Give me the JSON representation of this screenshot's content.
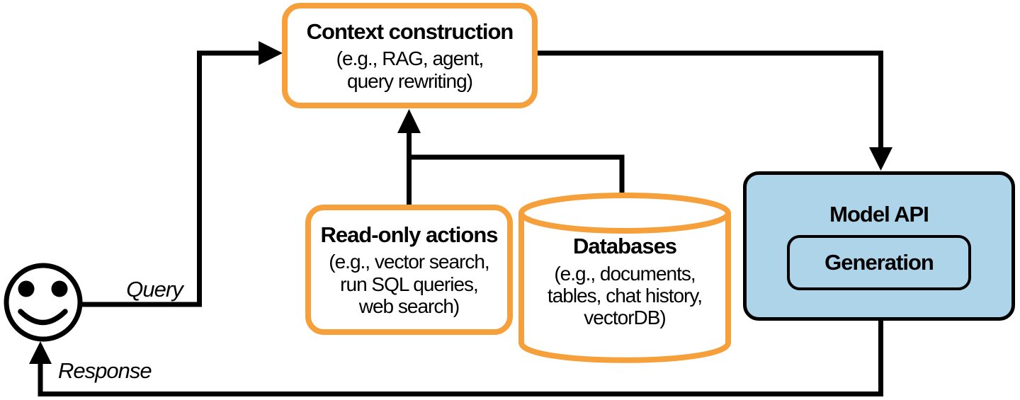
{
  "colors": {
    "orange": "#F6A03C",
    "blue_fill": "#AED4EA",
    "line_black": "#000000"
  },
  "icons": {
    "user": "smiley-face-icon",
    "databases": "database-cylinder-icon"
  },
  "nodes": {
    "context_construction": {
      "title": "Context construction",
      "subtitle": "(e.g., RAG, agent,\nquery rewriting)"
    },
    "read_only_actions": {
      "title": "Read-only actions",
      "subtitle": "(e.g., vector search,\nrun SQL queries,\nweb search)"
    },
    "databases": {
      "title": "Databases",
      "subtitle": "(e.g., documents,\ntables, chat history,\nvectorDB)"
    },
    "model_api": {
      "title": "Model API",
      "inner_label": "Generation"
    }
  },
  "edges": {
    "query_label": "Query",
    "response_label": "Response"
  }
}
